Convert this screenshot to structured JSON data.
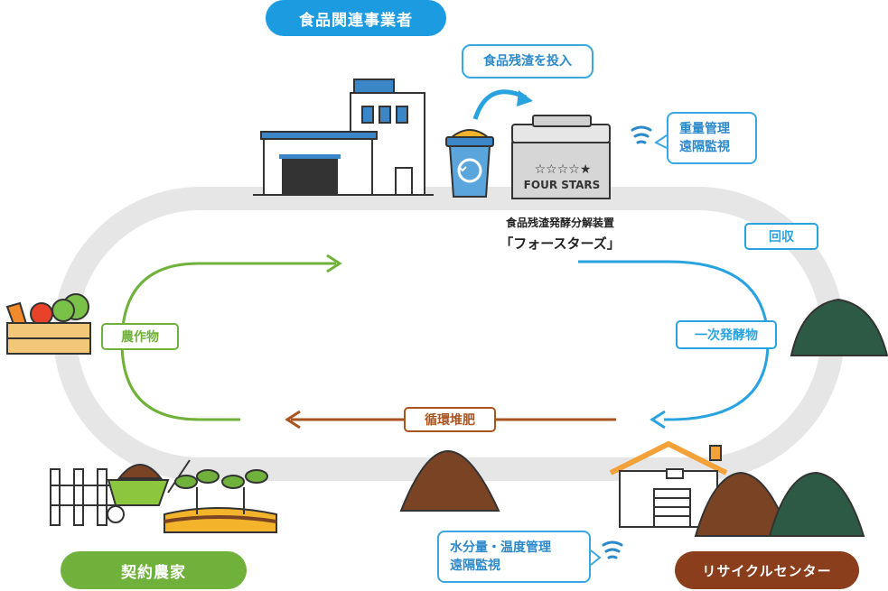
{
  "labels": {
    "food_business": "食品関連事業者",
    "contract_farmer": "契約農家",
    "recycle_center": "リサイクルセンター"
  },
  "bubbles": {
    "input_waste": "食品残渣を投入",
    "weight_line1": "重量管理",
    "weight_line2": "遠隔監視",
    "moisture_line1": "水分量・温度管理",
    "moisture_line2": "遠隔監視"
  },
  "device": {
    "caption_line1": "食品残渣発酵分解装置",
    "caption_line2": "「フォースターズ」",
    "stars": "☆☆☆☆★",
    "brand": "FOUR STARS"
  },
  "flows": {
    "collect": "回収",
    "primary_ferment": "一次発酵物",
    "compost": "循環堆肥",
    "crops": "農作物"
  },
  "colors": {
    "blue": "#29a3e0",
    "green": "#6fb13a",
    "brown": "#a9531e",
    "loop_gray": "#e6e6e6",
    "dark_green": "#2d5a45",
    "soil_brown": "#7a4424"
  }
}
